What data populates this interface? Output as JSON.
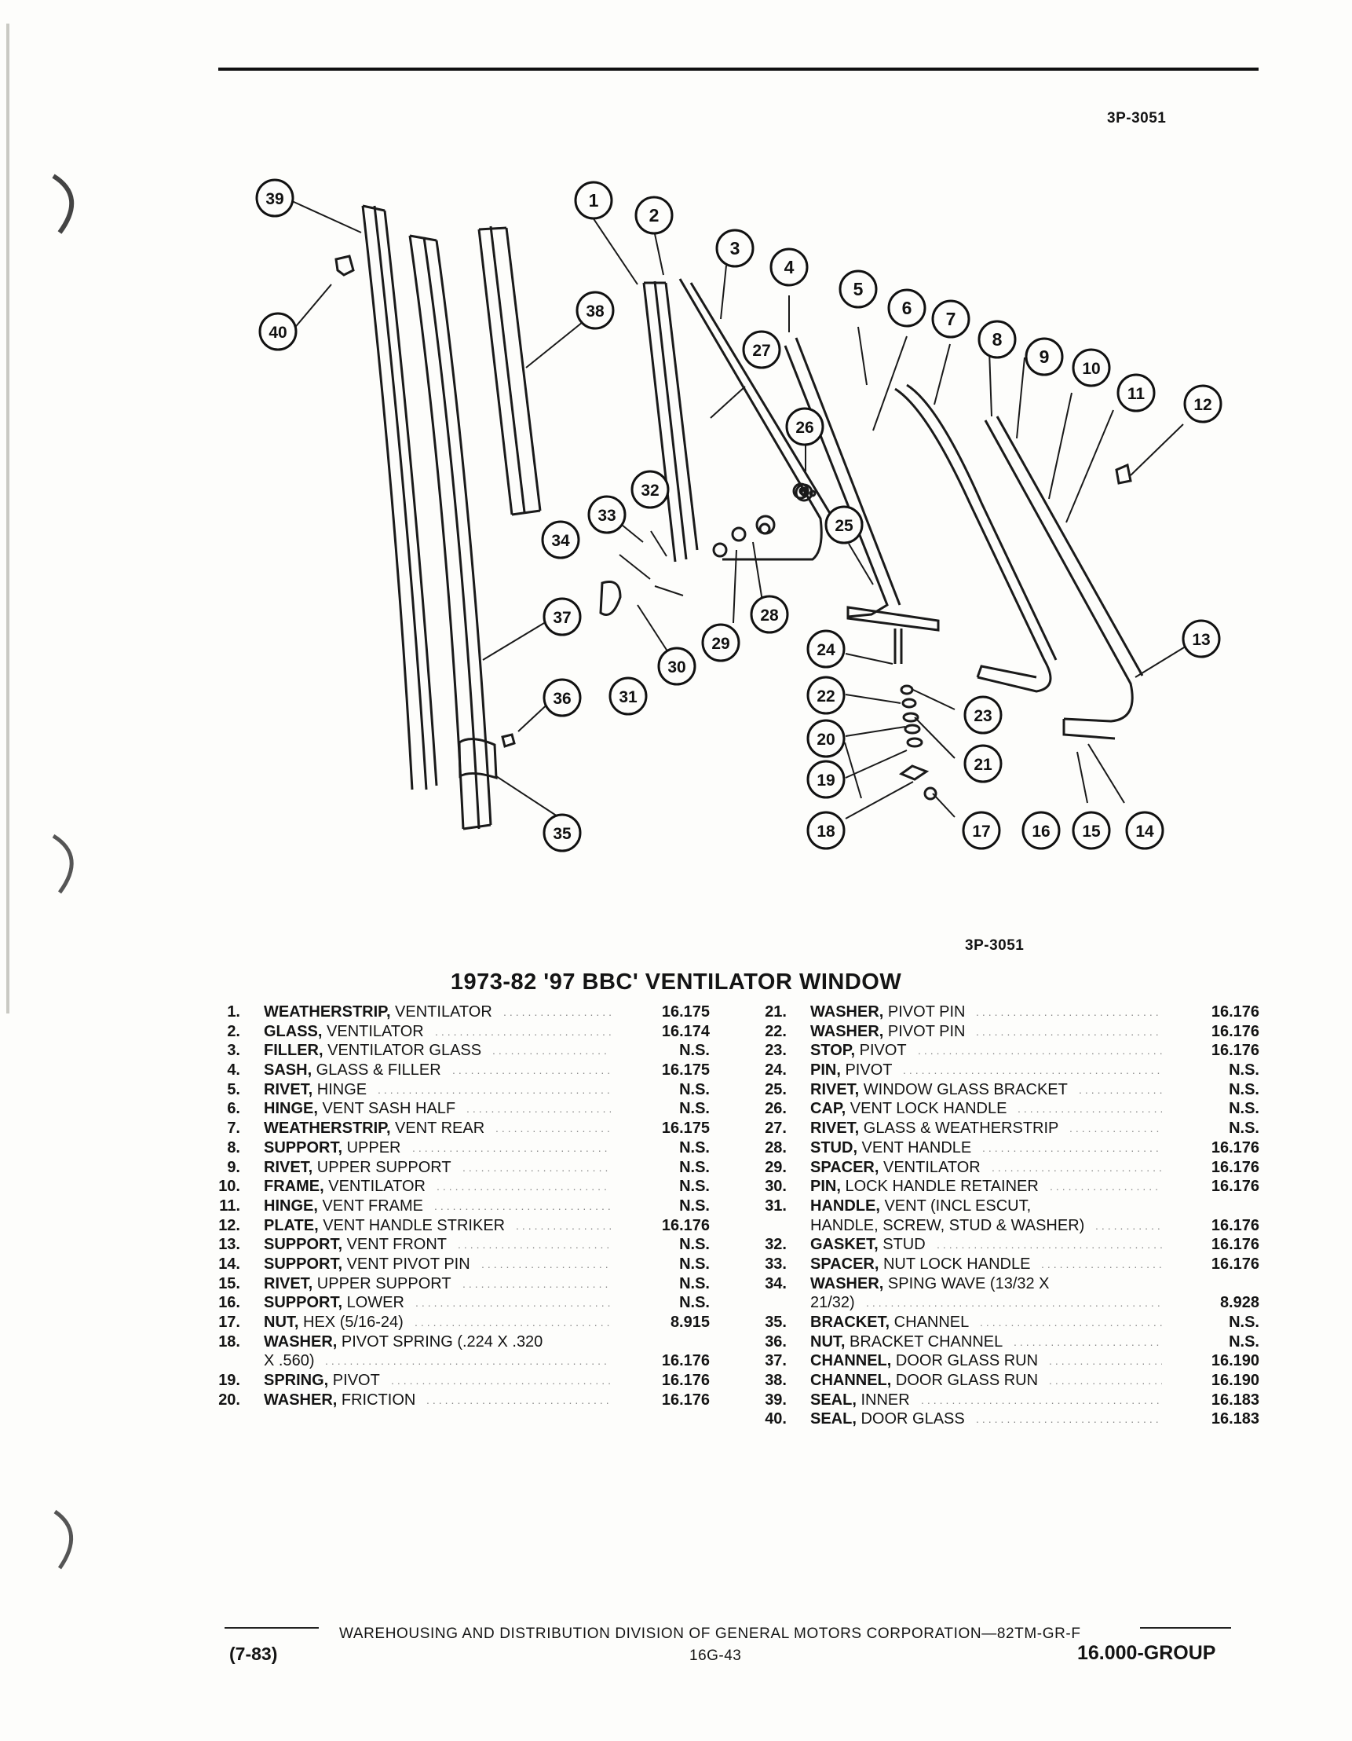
{
  "figure_code_top": "3P-3051",
  "figure_code_bottom": "3P-3051",
  "title": "1973-82 '97 BBC' VENTILATOR WINDOW",
  "callouts": [
    "1",
    "2",
    "3",
    "4",
    "5",
    "6",
    "7",
    "8",
    "9",
    "10",
    "11",
    "12",
    "13",
    "14",
    "15",
    "16",
    "17",
    "18",
    "19",
    "20",
    "21",
    "22",
    "23",
    "24",
    "25",
    "26",
    "27",
    "28",
    "29",
    "30",
    "31",
    "32",
    "33",
    "34",
    "35",
    "36",
    "37",
    "38",
    "39",
    "40"
  ],
  "parts_left": [
    {
      "num": "1.",
      "name_bold": "WEATHERSTRIP,",
      "name_rest": "VENTILATOR",
      "code": "16.175"
    },
    {
      "num": "2.",
      "name_bold": "GLASS,",
      "name_rest": "VENTILATOR",
      "code": "16.174"
    },
    {
      "num": "3.",
      "name_bold": "FILLER,",
      "name_rest": "VENTILATOR GLASS",
      "code": "N.S."
    },
    {
      "num": "4.",
      "name_bold": "SASH,",
      "name_rest": "GLASS & FILLER",
      "code": "16.175"
    },
    {
      "num": "5.",
      "name_bold": "RIVET,",
      "name_rest": "HINGE",
      "code": "N.S."
    },
    {
      "num": "6.",
      "name_bold": "HINGE,",
      "name_rest": "VENT SASH HALF",
      "code": "N.S."
    },
    {
      "num": "7.",
      "name_bold": "WEATHERSTRIP,",
      "name_rest": "VENT REAR",
      "code": "16.175"
    },
    {
      "num": "8.",
      "name_bold": "SUPPORT,",
      "name_rest": "UPPER",
      "code": "N.S."
    },
    {
      "num": "9.",
      "name_bold": "RIVET,",
      "name_rest": "UPPER SUPPORT",
      "code": "N.S."
    },
    {
      "num": "10.",
      "name_bold": "FRAME,",
      "name_rest": "VENTILATOR",
      "code": "N.S."
    },
    {
      "num": "11.",
      "name_bold": "HINGE,",
      "name_rest": "VENT FRAME",
      "code": "N.S."
    },
    {
      "num": "12.",
      "name_bold": "PLATE,",
      "name_rest": "VENT HANDLE STRIKER",
      "code": "16.176"
    },
    {
      "num": "13.",
      "name_bold": "SUPPORT,",
      "name_rest": "VENT FRONT",
      "code": "N.S."
    },
    {
      "num": "14.",
      "name_bold": "SUPPORT,",
      "name_rest": "VENT PIVOT PIN",
      "code": "N.S."
    },
    {
      "num": "15.",
      "name_bold": "RIVET,",
      "name_rest": "UPPER SUPPORT",
      "code": "N.S."
    },
    {
      "num": "16.",
      "name_bold": "SUPPORT,",
      "name_rest": "LOWER",
      "code": "N.S."
    },
    {
      "num": "17.",
      "name_bold": "NUT,",
      "name_rest": "HEX (5/16-24)",
      "code": "8.915"
    },
    {
      "num": "18.",
      "name_bold": "WASHER,",
      "name_rest": "PIVOT SPRING (.224 X .320",
      "code": ""
    },
    {
      "num": "",
      "name_bold": "",
      "name_rest": "X .560)",
      "code": "16.176"
    },
    {
      "num": "19.",
      "name_bold": "SPRING,",
      "name_rest": "PIVOT",
      "code": "16.176"
    },
    {
      "num": "20.",
      "name_bold": "WASHER,",
      "name_rest": "FRICTION",
      "code": "16.176"
    }
  ],
  "parts_right": [
    {
      "num": "21.",
      "name_bold": "WASHER,",
      "name_rest": "PIVOT PIN",
      "code": "16.176"
    },
    {
      "num": "22.",
      "name_bold": "WASHER,",
      "name_rest": "PIVOT PIN",
      "code": "16.176"
    },
    {
      "num": "23.",
      "name_bold": "STOP,",
      "name_rest": "PIVOT",
      "code": "16.176"
    },
    {
      "num": "24.",
      "name_bold": "PIN,",
      "name_rest": "PIVOT",
      "code": "N.S."
    },
    {
      "num": "25.",
      "name_bold": "RIVET,",
      "name_rest": "WINDOW GLASS BRACKET",
      "code": "N.S."
    },
    {
      "num": "26.",
      "name_bold": "CAP,",
      "name_rest": "VENT LOCK HANDLE",
      "code": "N.S."
    },
    {
      "num": "27.",
      "name_bold": "RIVET,",
      "name_rest": "GLASS & WEATHERSTRIP",
      "code": "N.S."
    },
    {
      "num": "28.",
      "name_bold": "STUD,",
      "name_rest": "VENT HANDLE",
      "code": "16.176"
    },
    {
      "num": "29.",
      "name_bold": "SPACER,",
      "name_rest": "VENTILATOR",
      "code": "16.176"
    },
    {
      "num": "30.",
      "name_bold": "PIN,",
      "name_rest": "LOCK HANDLE RETAINER",
      "code": "16.176"
    },
    {
      "num": "31.",
      "name_bold": "HANDLE,",
      "name_rest": "VENT (INCL ESCUT,",
      "code": ""
    },
    {
      "num": "",
      "name_bold": "",
      "name_rest": "HANDLE, SCREW, STUD & WASHER)",
      "code": "16.176"
    },
    {
      "num": "32.",
      "name_bold": "GASKET,",
      "name_rest": "STUD",
      "code": "16.176"
    },
    {
      "num": "33.",
      "name_bold": "SPACER,",
      "name_rest": "NUT LOCK HANDLE",
      "code": "16.176"
    },
    {
      "num": "34.",
      "name_bold": "WASHER,",
      "name_rest": "SPING WAVE (13/32 X",
      "code": ""
    },
    {
      "num": "",
      "name_bold": "",
      "name_rest": "21/32)",
      "code": "8.928"
    },
    {
      "num": "35.",
      "name_bold": "BRACKET,",
      "name_rest": "CHANNEL",
      "code": "N.S."
    },
    {
      "num": "36.",
      "name_bold": "NUT,",
      "name_rest": "BRACKET CHANNEL",
      "code": "N.S."
    },
    {
      "num": "37.",
      "name_bold": "CHANNEL,",
      "name_rest": "DOOR GLASS RUN",
      "code": "16.190"
    },
    {
      "num": "38.",
      "name_bold": "CHANNEL,",
      "name_rest": "DOOR GLASS RUN",
      "code": "16.190"
    },
    {
      "num": "39.",
      "name_bold": "SEAL,",
      "name_rest": "INNER",
      "code": "16.183"
    },
    {
      "num": "40.",
      "name_bold": "SEAL,",
      "name_rest": "DOOR GLASS",
      "code": "16.183"
    }
  ],
  "footer": {
    "division": "WAREHOUSING AND DISTRIBUTION  DIVISION OF GENERAL MOTORS CORPORATION—82TM-GR-F",
    "date": "(7-83)",
    "page": "16G-43",
    "group": "16.000-GROUP"
  }
}
